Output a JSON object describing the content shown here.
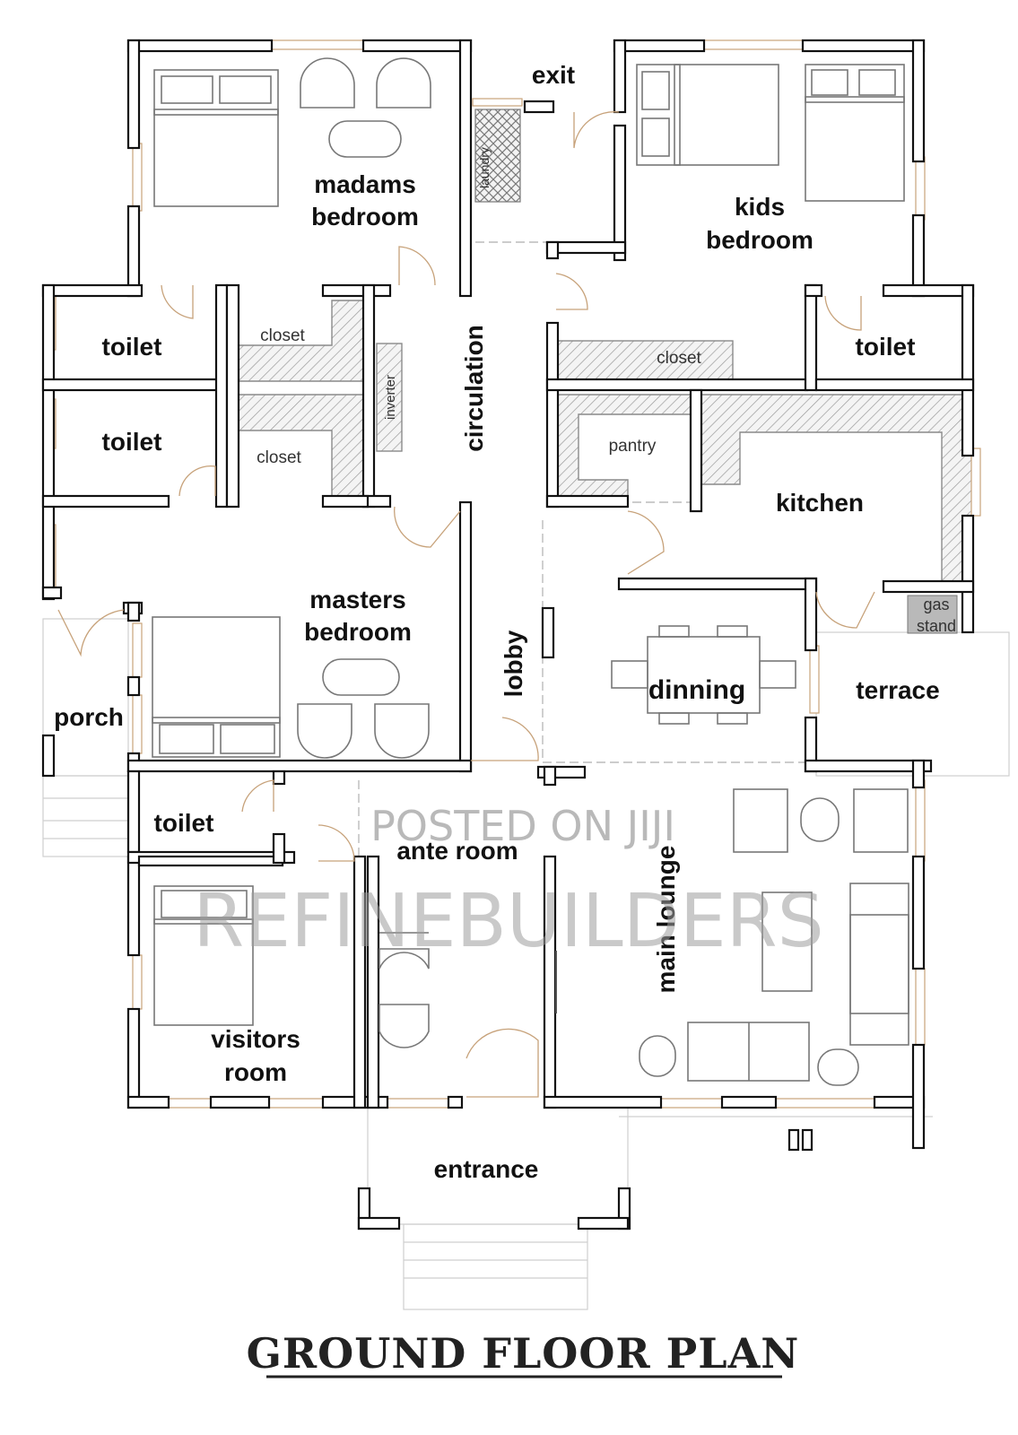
{
  "rooms": {
    "madams_bedroom_line1": "madams",
    "madams_bedroom_line2": "bedroom",
    "exit": "exit",
    "laundry": "laundry",
    "kids_bedroom_line1": "kids",
    "kids_bedroom_line2": "bedroom",
    "toilet_left_top": "toilet",
    "toilet_left_mid": "toilet",
    "toilet_right": "toilet",
    "toilet_lower": "toilet",
    "closet_upper": "closet",
    "closet_lower": "closet",
    "closet_right": "closet",
    "inverter": "inverter",
    "circulation": "circulation",
    "pantry": "pantry",
    "kitchen": "kitchen",
    "masters_bedroom_line1": "masters",
    "masters_bedroom_line2": "bedroom",
    "gas_stand_line1": "gas",
    "gas_stand_line2": "stand",
    "lobby": "lobby",
    "dinning": "dinning",
    "terrace": "terrace",
    "porch": "porch",
    "ante_room": "ante room",
    "main_lounge": "main lounge",
    "visitors_room_line1": "visitors",
    "visitors_room_line2": "room",
    "entrance": "entrance"
  },
  "watermark": {
    "posted": "POSTED ON JIJI",
    "brand": "REFINEBUILDERS"
  },
  "title": "GROUND FLOOR PLAN",
  "colors": {
    "wall": "#111111",
    "window": "#c9a37a",
    "door_swing": "#c7a27a",
    "hatch": "#8a8a8a",
    "furniture": "#777777"
  }
}
